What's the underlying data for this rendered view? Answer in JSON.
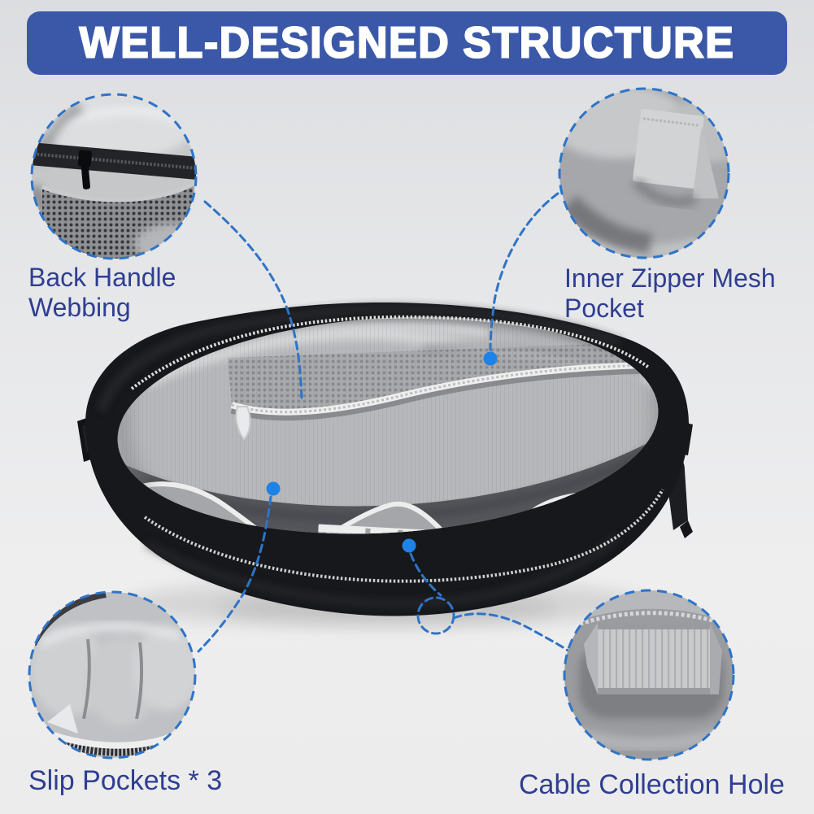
{
  "title": "WELL-DESIGNED STRUCTURE",
  "callouts": {
    "top_left": {
      "label": "Back Handle\nWebbing"
    },
    "top_right": {
      "label": "Inner Zipper Mesh\nPocket"
    },
    "bottom_left": {
      "label": "Slip Pockets * 3"
    },
    "bottom_right": {
      "label": "Cable Collection Hole"
    }
  },
  "colors": {
    "banner_bg": "#3b58a8",
    "banner_text": "#ffffff",
    "label_text": "#2f3e92",
    "leader_line": "#2e74c8",
    "marker_dot": "#1e82e6"
  }
}
